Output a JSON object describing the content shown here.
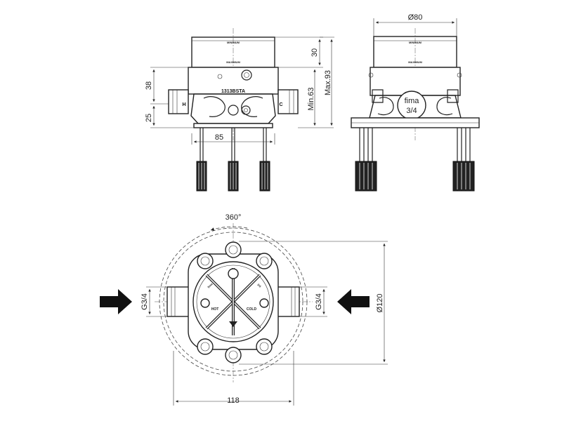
{
  "front_view": {
    "dim_top": "30",
    "dim_upper": "38",
    "dim_lower": "25",
    "dim_width": "85",
    "dim_min": "Min.63",
    "dim_max": "Max.93",
    "label_left": "H",
    "label_right": "C",
    "brand_text": "1313BSTA",
    "cap_text": "MINIMUM",
    "cap_text_2": "MAXIMUM"
  },
  "side_view": {
    "dim_diameter": "Ø80",
    "badge_line1": "fima",
    "badge_line2": "3/4",
    "cap_text": "MINIMUM",
    "cap_text_2": "MAXIMUM"
  },
  "top_view": {
    "rotation": "360°",
    "thread_left": "G3/4",
    "thread_right": "G3/4",
    "dim_diameter": "Ø120",
    "dim_width": "118",
    "hot_label": "HOT",
    "cold_label": "COLD",
    "mark_left": "fima",
    "mark_right": "3/4",
    "arrow_color": "#111111"
  }
}
